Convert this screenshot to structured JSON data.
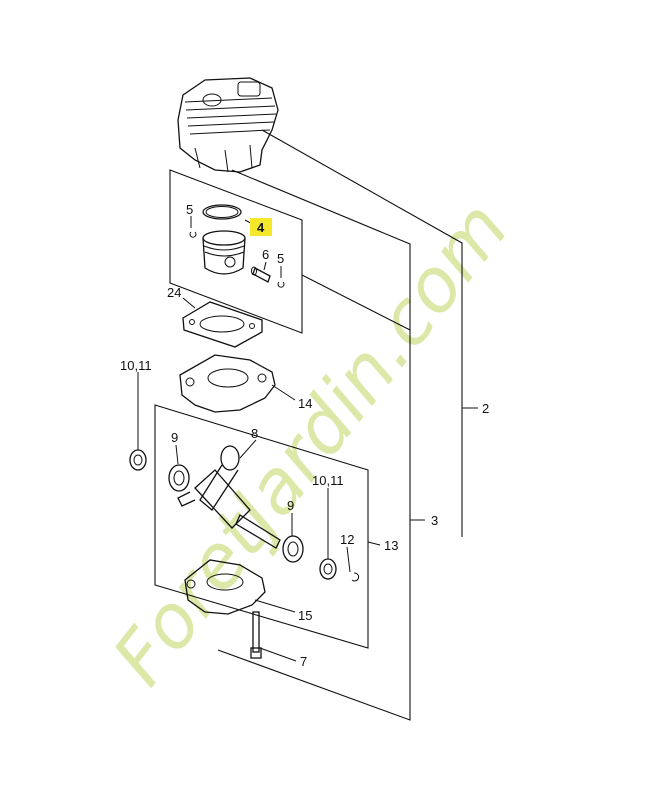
{
  "callouts": {
    "c2": "2",
    "c3": "3",
    "c4": "4",
    "c5a": "5",
    "c5b": "5",
    "c6": "6",
    "c7": "7",
    "c8": "8",
    "c9a": "9",
    "c9b": "9",
    "c10_11a": "10,11",
    "c10_11b": "10,11",
    "c12": "12",
    "c13": "13",
    "c14": "14",
    "c15": "15",
    "c24": "24"
  },
  "watermark": "ForetJardin.com",
  "colors": {
    "highlight": "#f5e82a",
    "watermark": "#dce8a8",
    "ink": "#111111"
  }
}
